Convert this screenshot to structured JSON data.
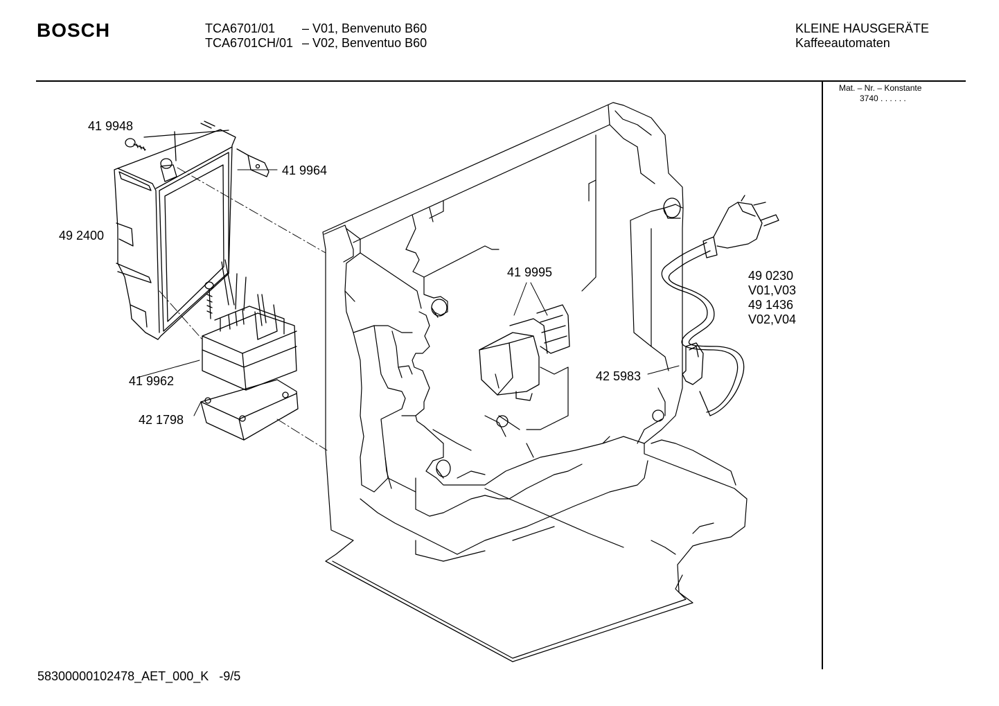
{
  "header": {
    "brand": "BOSCH",
    "models": [
      {
        "code": "TCA6701/01",
        "variant": "– V01, Benvenuto B60"
      },
      {
        "code": "TCA6701CH/01",
        "variant": "– V02, Benventuo B60"
      }
    ],
    "category": "KLEINE HAUSGERÄTE",
    "subcategory": "Kaffeeautomaten"
  },
  "sidebar": {
    "mat_label": "Mat. – Nr. – Konstante",
    "mat_value": "3740 . . . . . ."
  },
  "parts": {
    "p419948": "41 9948",
    "p419964": "41 9964",
    "p492400": "49 2400",
    "p419962": "41 9962",
    "p421798": "42 1798",
    "p419995": "41 9995",
    "p425983": "42 5983",
    "p490230": "49 0230",
    "v0103": "V01,V03",
    "p491436": "49 1436",
    "v0204": "V02,V04"
  },
  "footer": {
    "doc_id": "58300000102478_AET_000_K   -9/5"
  }
}
